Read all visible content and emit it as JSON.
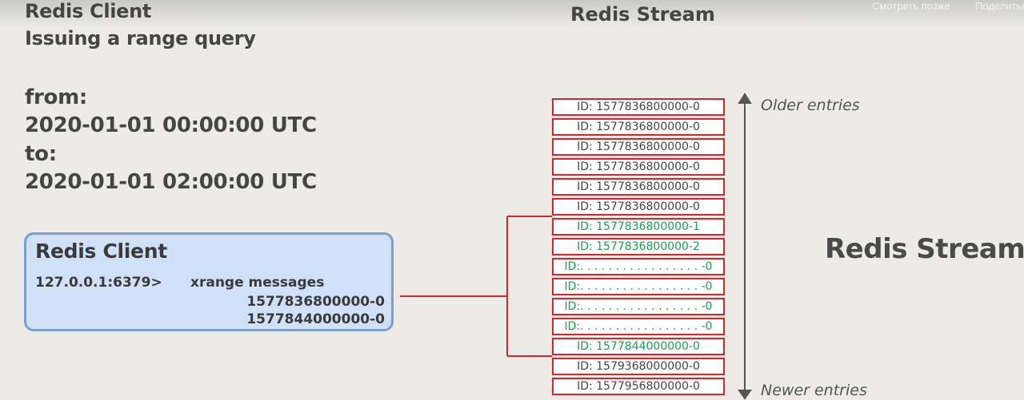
{
  "player": {
    "watch_later": "Смотреть позже",
    "share": "Поделиться"
  },
  "slide": {
    "client_heading": "Redis Client",
    "subheading": "Issuing a range query",
    "stream_heading": "Redis Stream",
    "from_label": "from:",
    "from_value": "2020-01-01 00:00:00 UTC",
    "to_label": "to:",
    "to_value": "2020-01-01 02:00:00 UTC"
  },
  "client_box": {
    "title": "Redis Client",
    "prompt": "127.0.0.1:6379>",
    "command": "xrange messages",
    "start_id": "1577836800000-0",
    "end_id": "1577844000000-0"
  },
  "stream": {
    "entries": [
      {
        "id": "ID: 1577836800000-0",
        "in_range": false
      },
      {
        "id": "ID: 1577836800000-0",
        "in_range": false
      },
      {
        "id": "ID: 1577836800000-0",
        "in_range": false
      },
      {
        "id": "ID: 1577836800000-0",
        "in_range": false
      },
      {
        "id": "ID: 1577836800000-0",
        "in_range": false
      },
      {
        "id": "ID: 1577836800000-0",
        "in_range": false
      },
      {
        "id": "ID: 1577836800000-1",
        "in_range": true
      },
      {
        "id": "ID: 1577836800000-2",
        "in_range": true
      },
      {
        "id": "ID:. . . . . . . . . . . . . . . . . -0",
        "in_range": true
      },
      {
        "id": "ID:. . . . . . . . . . . . . . . . . -0",
        "in_range": true
      },
      {
        "id": "ID:. . . . . . . . . . . . . . . . . -0",
        "in_range": true
      },
      {
        "id": "ID:. . . . . . . . . . . . . . . . . -0",
        "in_range": true
      },
      {
        "id": "ID: 1577844000000-0",
        "in_range": true
      },
      {
        "id": "ID: 1579368000000-0",
        "in_range": false
      },
      {
        "id": "ID: 1577956800000-0",
        "in_range": false
      }
    ],
    "older_label": "Older entries",
    "newer_label": "Newer entries",
    "big_label": "Redis Stream"
  },
  "colors": {
    "entry_border": "#d6262b",
    "in_range_text": "#17a04f",
    "client_box_fill": "#cfe0f7",
    "client_box_border": "#7aa0cf",
    "connector": "#d6262b"
  }
}
